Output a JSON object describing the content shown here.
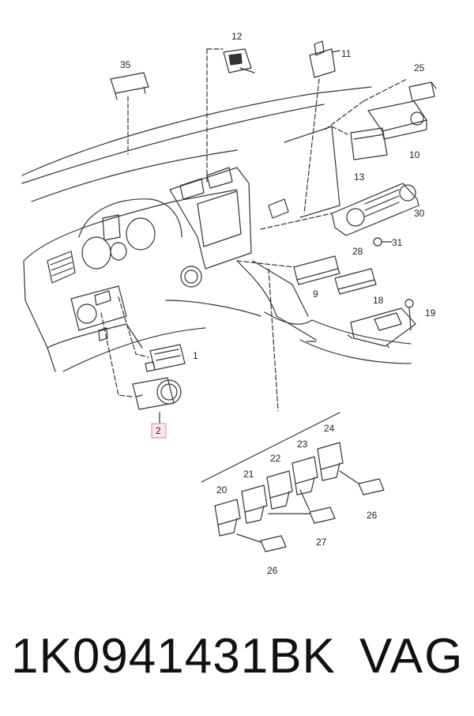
{
  "callouts": {
    "c1": "1",
    "c2": "2",
    "c9": "9",
    "c10": "10",
    "c11": "11",
    "c12": "12",
    "c13": "13",
    "c18": "18",
    "c19": "19",
    "c20": "20",
    "c21": "21",
    "c22": "22",
    "c23": "23",
    "c24": "24",
    "c25": "25",
    "c26a": "26",
    "c26b": "26",
    "c27": "27",
    "c28": "28",
    "c30": "30",
    "c31": "31",
    "c35": "35"
  },
  "footer": {
    "part_number": "1K0941431BK",
    "brand": "VAG"
  },
  "colors": {
    "line": "#333333",
    "highlight_fill": "#fde6ea",
    "highlight_stroke": "#e58a98"
  }
}
